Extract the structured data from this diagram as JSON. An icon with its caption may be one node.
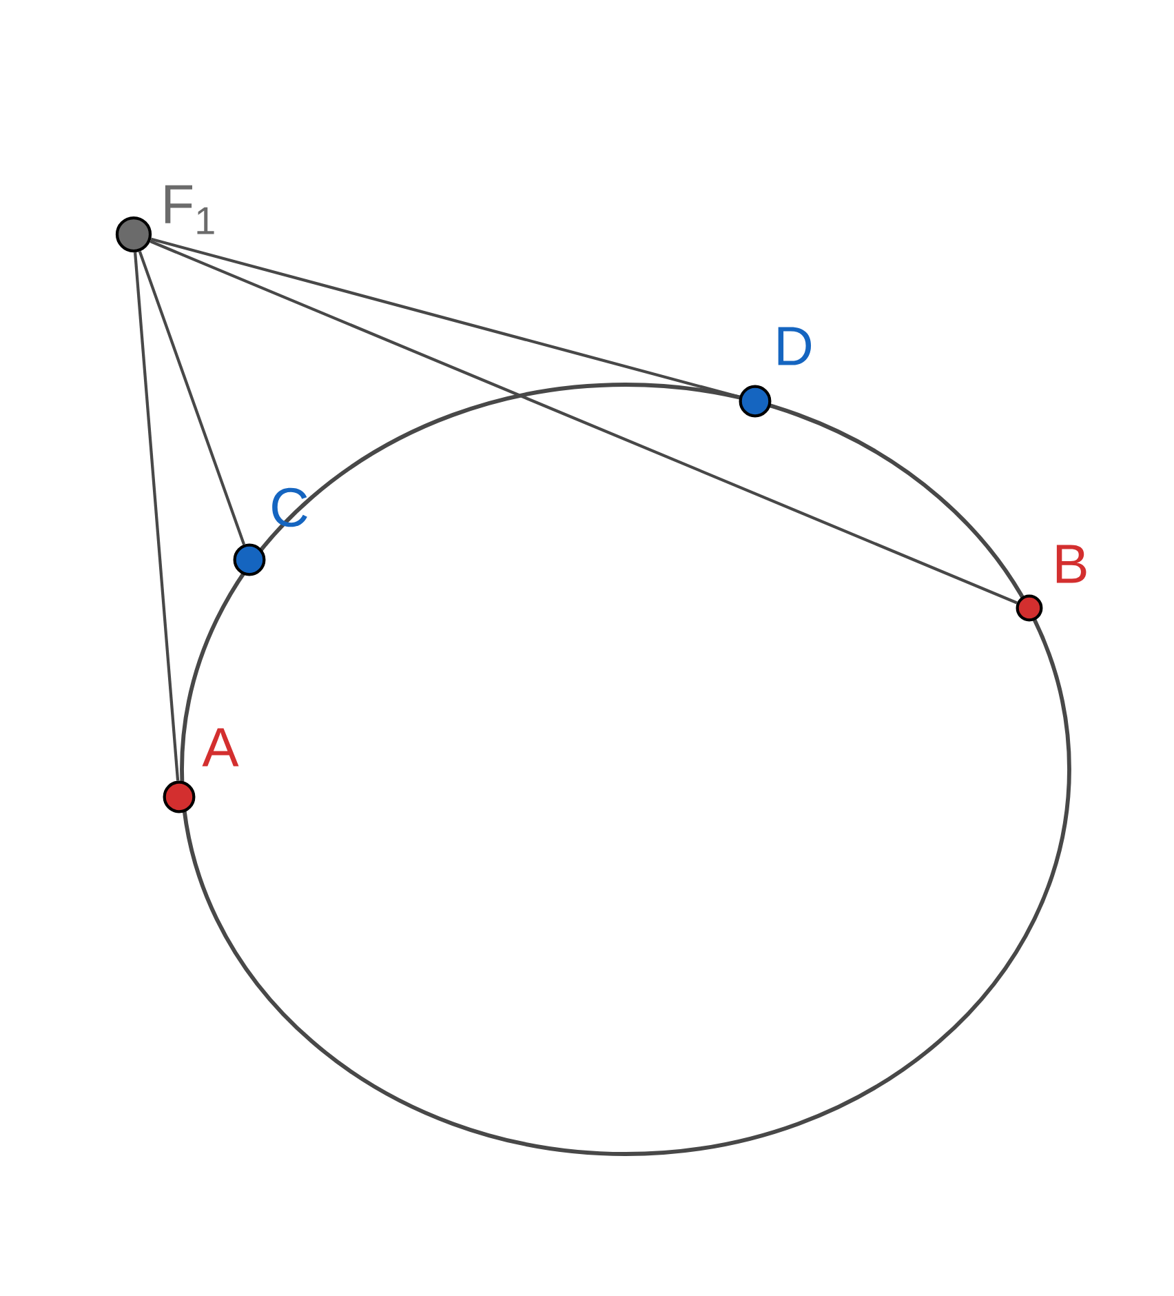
{
  "diagram": {
    "nodes": [
      {
        "text": [
          "F$_{1}$"
        ]
      },
      {
        "text": [
          "A"
        ]
      },
      {
        "text": [
          "B"
        ]
      },
      {
        "text": [
          "C"
        ]
      },
      {
        "text": [
          "D"
        ]
      }
    ],
    "edges": [
      {
        "from": 0,
        "to": 1,
        "arrow": "none"
      },
      {
        "from": 0,
        "to": 3,
        "arrow": "none"
      },
      {
        "from": 0,
        "to": 2,
        "arrow": "none"
      },
      {
        "from": 0,
        "to": 4,
        "arrow": "none"
      }
    ]
  }
}
